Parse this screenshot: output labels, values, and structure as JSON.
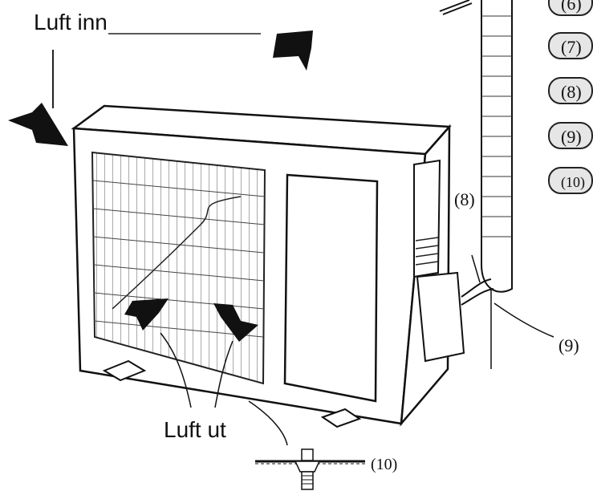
{
  "labels": {
    "air_in": "Luft inn",
    "air_out": "Luft ut",
    "callout_8": "(8)",
    "callout_9": "(9)",
    "callout_10": "(10)"
  },
  "parts_list": [
    "(6)",
    "(7)",
    "(8)",
    "(9)",
    "(10)"
  ]
}
